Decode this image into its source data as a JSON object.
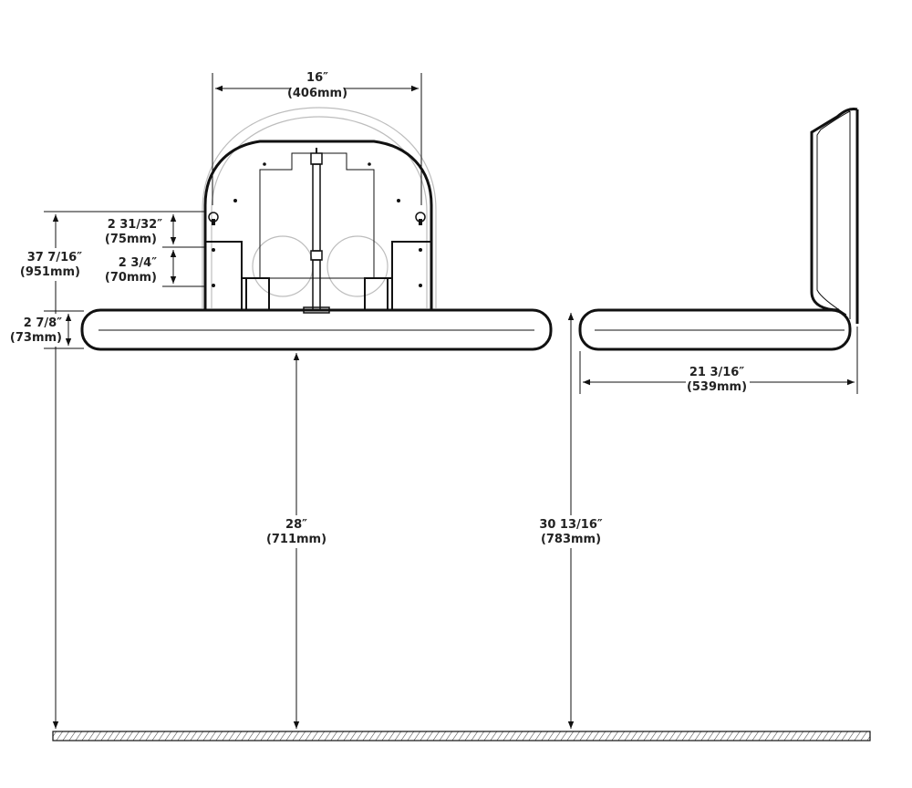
{
  "dimensions": {
    "width_top": {
      "imperial": "16″",
      "metric": "(406mm)"
    },
    "hole_spacing": {
      "imperial": "2 31/32″",
      "metric": "(75mm)"
    },
    "bracket_spacing": {
      "imperial": "2 3/4″",
      "metric": "(70mm)"
    },
    "overall_height": {
      "imperial": "37 7/16″",
      "metric": "(951mm)"
    },
    "table_thickness": {
      "imperial": "2 7/8″",
      "metric": "(73mm)"
    },
    "table_height": {
      "imperial": "28″",
      "metric": "(711mm)"
    },
    "side_height": {
      "imperial": "30 13/16″",
      "metric": "(783mm)"
    },
    "depth": {
      "imperial": "21 3/16″",
      "metric": "(539mm)"
    }
  },
  "colors": {
    "stroke": "#111111",
    "ghost": "#bdbdbd",
    "hatch": "#333333"
  }
}
